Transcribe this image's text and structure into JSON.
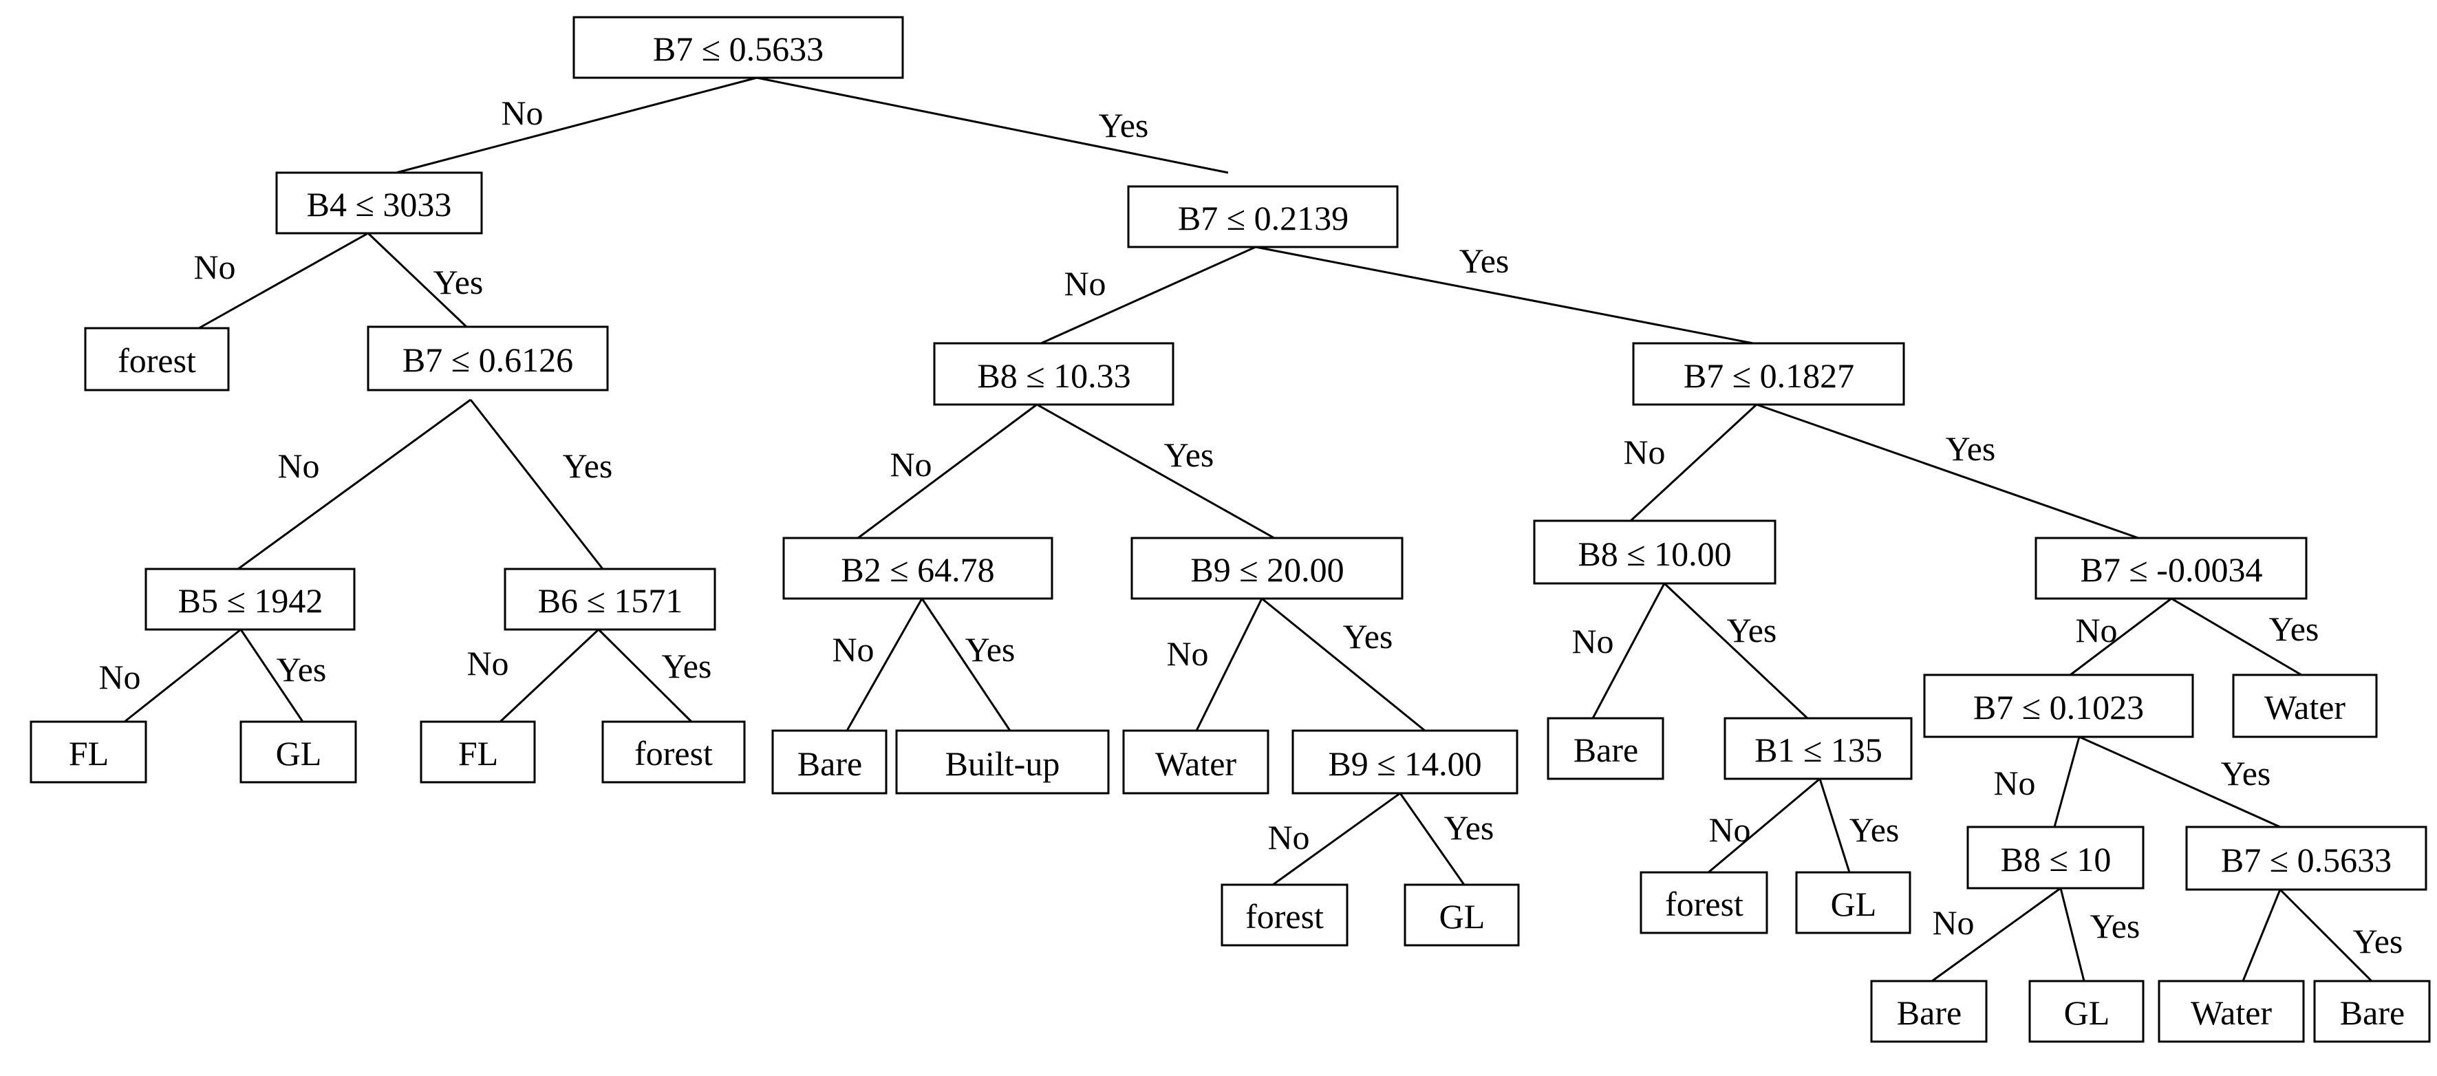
{
  "nodes": {
    "root": "B7 ≤  0.5633",
    "n_b4": "B4 ≤ 3033",
    "n_b7_2139": "B7 ≤  0.2139",
    "leaf_forest_1": "forest",
    "n_b7_6126": "B7 ≤ 0.6126",
    "n_b5": "B5 ≤ 1942",
    "n_b6": "B6 ≤ 1571",
    "leaf_fl_1": "FL",
    "leaf_gl_1": "GL",
    "leaf_fl_2": "FL",
    "leaf_forest_2": "forest",
    "n_b8_1033": "B8 ≤  10.33",
    "n_b7_1827": "B7 ≤  0.1827",
    "n_b2": "B2 ≤  64.78",
    "n_b9_20": "B9 ≤  20.00",
    "leaf_bare_1": "Bare",
    "leaf_builtup": "Built-up",
    "leaf_water_1": "Water",
    "n_b9_14": "B9 ≤ 14.00",
    "leaf_forest_3": "forest",
    "leaf_gl_2": "GL",
    "n_b8_1000": "B8 ≤  10.00",
    "n_b7_neg": "B7 ≤  -0.0034",
    "leaf_bare_2": "Bare",
    "n_b1": "B1 ≤ 135",
    "leaf_forest_4": "forest",
    "leaf_gl_3": "GL",
    "n_b7_1023": "B7 ≤  0.1023",
    "leaf_water_2": "Water",
    "n_b8_10": "B8 ≤ 10",
    "n_b7_5633b": "B7 ≤ 0.5633",
    "leaf_bare_3": "Bare",
    "leaf_gl_4": "GL",
    "leaf_water_3": "Water",
    "leaf_bare_4": "Bare"
  },
  "labels": {
    "no": "No",
    "yes": "Yes"
  }
}
